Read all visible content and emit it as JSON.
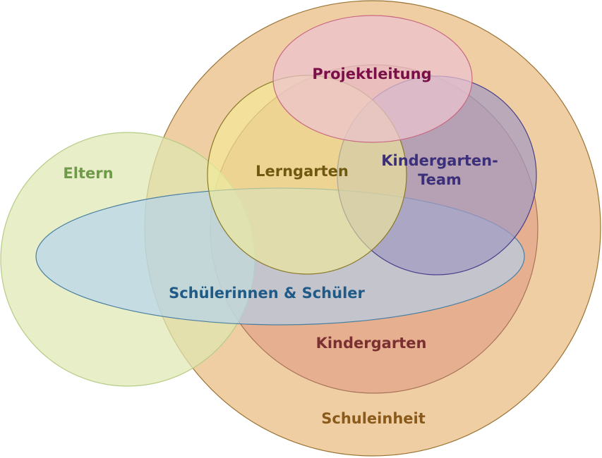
{
  "diagram": {
    "sets": {
      "schuleinheit": {
        "label": "Schuleinheit",
        "fill": "#f0cea4",
        "stroke": "#9a7436",
        "text_color": "#8a5a1a"
      },
      "kindergarten": {
        "label": "Kindergarten",
        "fill": "#e3a98d",
        "stroke": "#a8735a",
        "text_color": "#7a3030"
      },
      "eltern": {
        "label": "Eltern",
        "fill": "#dfe8b2",
        "stroke": "#b5cc84",
        "text_color": "#6f9a4a"
      },
      "schueler": {
        "label": "Schülerinnen & Schüler",
        "fill": "#b0d2f2",
        "stroke": "#4a7fa0",
        "text_color": "#1f5b86"
      },
      "kindergarten_team": {
        "label_line1": "Kindergarten-",
        "label_line2": "Team",
        "fill": "#a29ac2",
        "stroke": "#4a3f8a",
        "text_color": "#3b2f7a"
      },
      "lerngarten": {
        "label": "Lerngarten",
        "fill": "#f3ec96",
        "stroke": "#8a7a2a",
        "text_color": "#6f5810"
      },
      "projektleitung": {
        "label": "Projektleitung",
        "fill": "#ecc4ce",
        "stroke": "#c86a82",
        "text_color": "#7a0f48"
      }
    }
  }
}
